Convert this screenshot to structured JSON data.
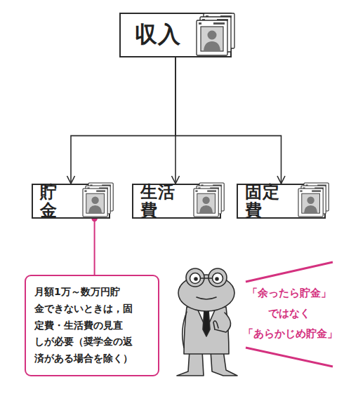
{
  "diagram": {
    "nodes": [
      {
        "text": [
          "収入"
        ]
      },
      {
        "text": [
          "貯金"
        ]
      },
      {
        "text": [
          "生活費"
        ]
      },
      {
        "text": [
          "固定費"
        ]
      },
      {
        "text": [
          "月額1万～数万円貯 金できないときは，固 定費・生活費の見直 しが必要（奨学金の返 済がある場合を除く）"
        ]
      }
    ],
    "edges": [
      {
        "from": 0,
        "to": 1,
        "arrow": "to"
      },
      {
        "from": 0,
        "to": 2,
        "arrow": "to"
      },
      {
        "from": 0,
        "to": 3,
        "arrow": "to"
      },
      {
        "from": 1,
        "to": 4,
        "arrow": "none"
      }
    ],
    "labels": [
      "「余ったら貯金」 ではなく 「あらかじめ貯金」"
    ]
  }
}
